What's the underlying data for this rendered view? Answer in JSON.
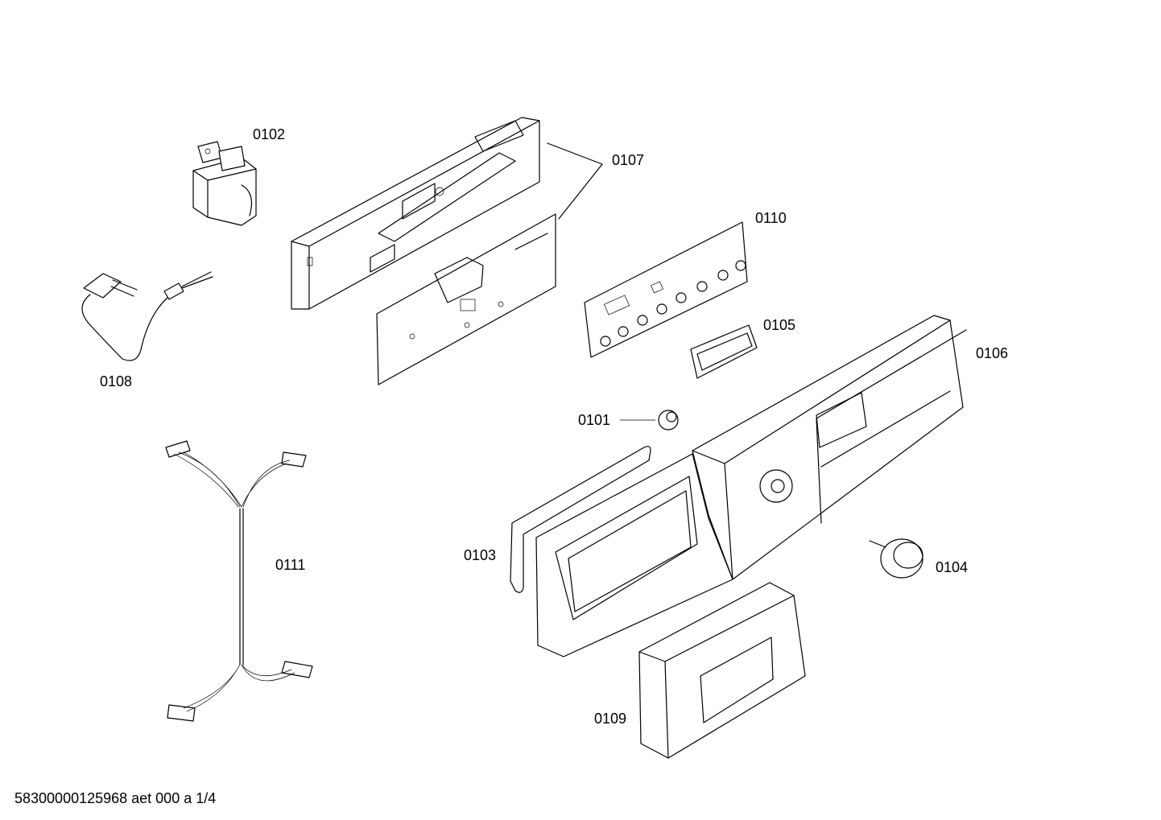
{
  "labels": {
    "p0101": "0101",
    "p0102": "0102",
    "p0103": "0103",
    "p0104": "0104",
    "p0105": "0105",
    "p0106": "0106",
    "p0107": "0107",
    "p0108": "0108",
    "p0109": "0109",
    "p0110": "0110",
    "p0111": "0111"
  },
  "footer": "58300000125968 aet 000 a 1/4"
}
